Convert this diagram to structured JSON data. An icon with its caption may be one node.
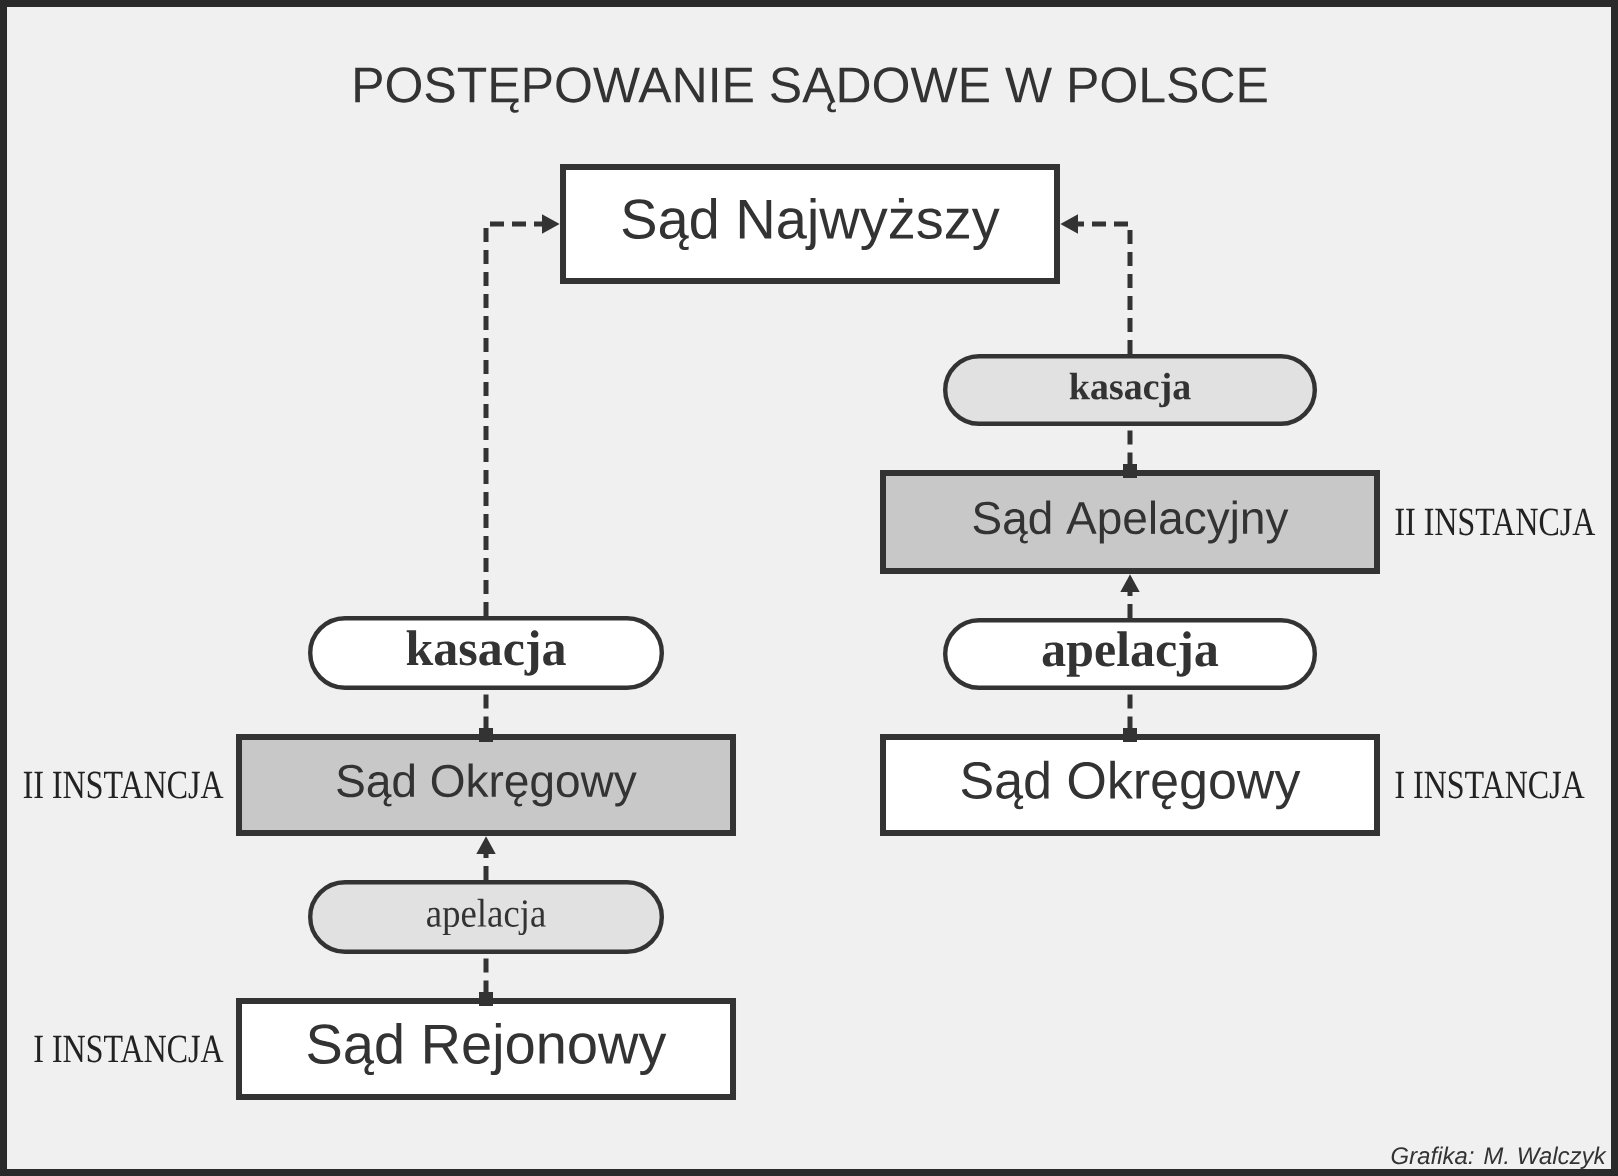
{
  "diagram": {
    "title": "POSTĘPOWANIE SĄDOWE W POLSCE",
    "nodes": [
      {
        "text": [
          "Sąd Najwyższy"
        ]
      },
      {
        "text": [
          "kasacja"
        ]
      },
      {
        "text": [
          "Sąd Okręgowy"
        ],
        "beside": [
          "II INSTANCJA"
        ]
      },
      {
        "text": [
          "apelacja"
        ]
      },
      {
        "text": [
          "Sąd Rejonowy"
        ],
        "beside": [
          "I INSTANCJA"
        ]
      },
      {
        "text": [
          "kasacja"
        ]
      },
      {
        "text": [
          "Sąd Apelacyjny"
        ],
        "beside": [
          "II INSTANCJA"
        ]
      },
      {
        "text": [
          "apelacja"
        ]
      },
      {
        "text": [
          "Sąd Okręgowy"
        ],
        "beside": [
          "I INSTANCJA"
        ]
      }
    ],
    "edges": [
      {
        "from": 4,
        "to": 3,
        "arrow": "other",
        "style": "dashed"
      },
      {
        "from": 3,
        "to": 2,
        "arrow": "to",
        "style": "dashed"
      },
      {
        "from": 2,
        "to": 1,
        "arrow": "other",
        "style": "dashed"
      },
      {
        "from": 1,
        "to": 0,
        "arrow": "to",
        "style": "dashed"
      },
      {
        "from": 8,
        "to": 7,
        "arrow": "other",
        "style": "dashed"
      },
      {
        "from": 7,
        "to": 6,
        "arrow": "to",
        "style": "dashed"
      },
      {
        "from": 6,
        "to": 5,
        "arrow": "other",
        "style": "dashed"
      },
      {
        "from": 5,
        "to": 0,
        "arrow": "to",
        "style": "dashed"
      }
    ],
    "labels": [
      "Grafika: M. Walczyk"
    ]
  }
}
